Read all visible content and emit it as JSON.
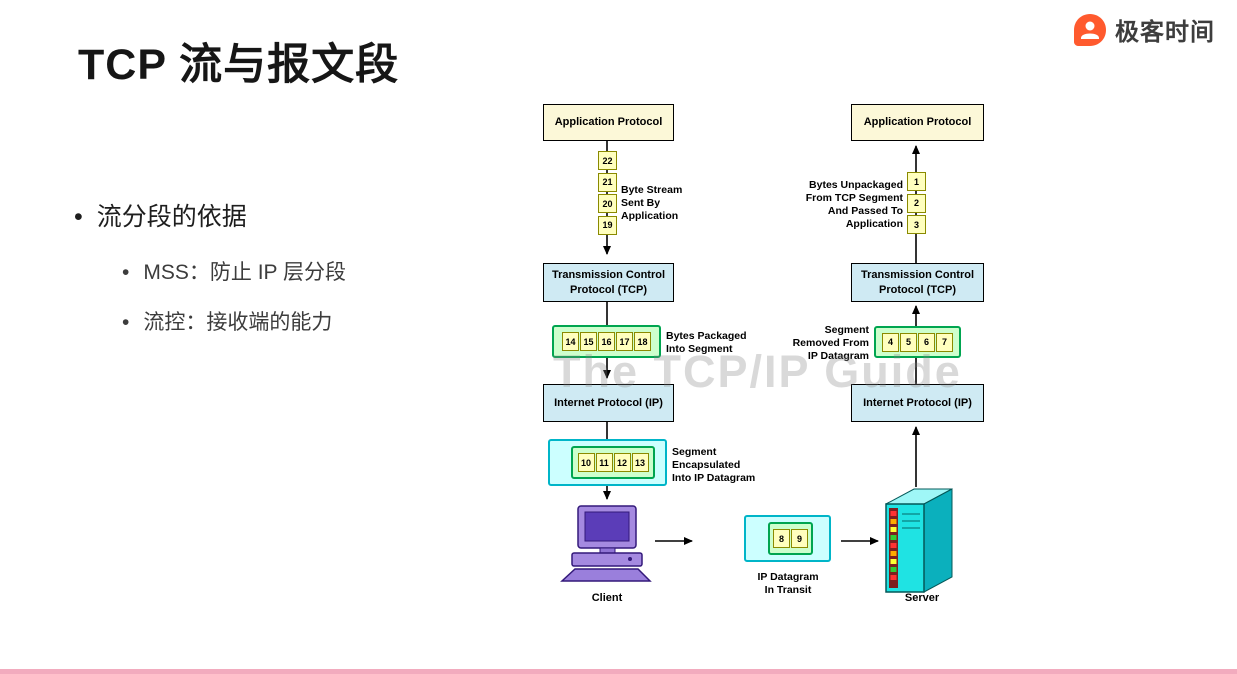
{
  "header": {
    "title": "TCP 流与报文段",
    "brand": "极客时间"
  },
  "bullets": {
    "item1": "流分段的依据",
    "sub1": "MSS：防止 IP 层分段",
    "sub2": "流控：接收端的能力"
  },
  "diagram": {
    "watermark": "The TCP/IP Guide",
    "client_column": {
      "app_protocol": "Application Protocol",
      "byte_numbers": [
        "22",
        "21",
        "20",
        "19"
      ],
      "byte_label": "Byte Stream\nSent By\nApplication",
      "tcp": "Transmission Control\nProtocol (TCP)",
      "segment_numbers": [
        "14",
        "15",
        "16",
        "17",
        "18"
      ],
      "segment_label": "Bytes Packaged\nInto Segment",
      "ip": "Internet Protocol (IP)",
      "datagram_numbers": [
        "10",
        "11",
        "12",
        "13"
      ],
      "datagram_label": "Segment\nEncapsulated\nInto IP Datagram",
      "device": "Client"
    },
    "transit": {
      "numbers": [
        "8",
        "9"
      ],
      "label": "IP Datagram\nIn Transit"
    },
    "server_column": {
      "app_protocol": "Application Protocol",
      "byte_numbers": [
        "1",
        "2",
        "3"
      ],
      "byte_label": "Bytes Unpackaged\nFrom TCP Segment\nAnd  Passed To\nApplication",
      "tcp": "Transmission Control\nProtocol (TCP)",
      "segment_numbers": [
        "4",
        "5",
        "6",
        "7"
      ],
      "segment_label": "Segment\nRemoved From\nIP Datagram",
      "ip": "Internet Protocol (IP)",
      "device": "Server"
    }
  },
  "colors": {
    "accent_pink": "#f2abbe",
    "brand_orange": "#ff5a2e",
    "box_cream": "#fcf8d8",
    "box_blue": "#cfeaf3",
    "segment_green": "#cdffcd",
    "datagram_cyan": "#ccffff"
  }
}
